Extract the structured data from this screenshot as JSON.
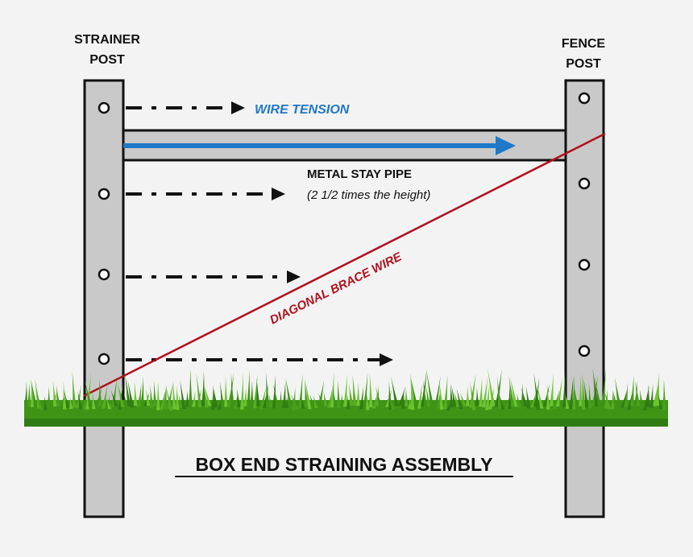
{
  "labels": {
    "strainer_post_line1": "STRAINER",
    "strainer_post_line2": "POST",
    "fence_post_line1": "FENCE",
    "fence_post_line2": "POST",
    "wire_tension": "WIRE TENSION",
    "metal_stay_pipe": "METAL STAY PIPE",
    "stay_pipe_note": "(2 1/2 times the height)",
    "diagonal_brace_wire": "DIAGONAL BRACE WIRE",
    "title": "BOX END STRAINING ASSEMBLY"
  },
  "colors": {
    "background": "#f3f3f3",
    "post_fill": "#c9c9c9",
    "outline": "#111111",
    "tension_arrow": "#1f78c8",
    "brace_wire": "#b0121c",
    "grass_dark": "#2f7d12",
    "grass_light": "#6cc331"
  }
}
